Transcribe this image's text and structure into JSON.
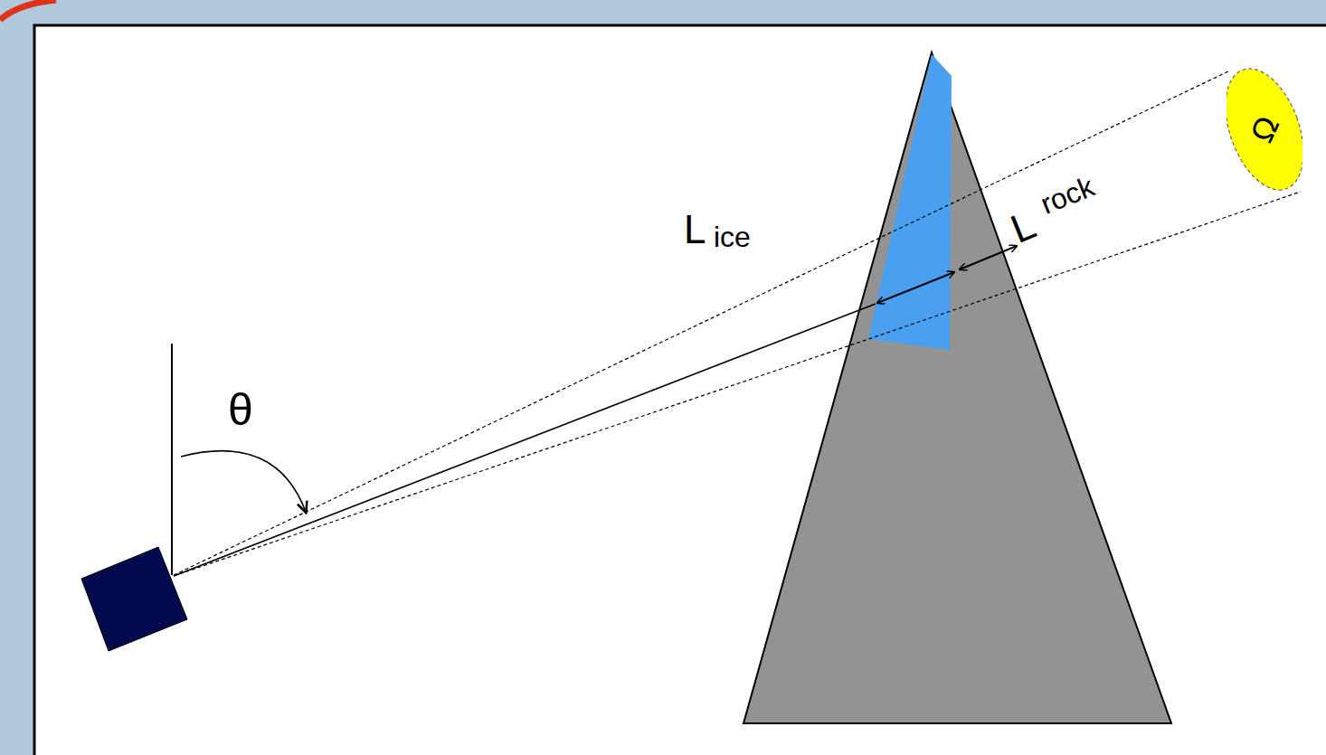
{
  "diagram": {
    "nodes": [
      {
        "text": [
          "Ω"
        ]
      }
    ],
    "labels": [
      "θ",
      "L",
      "ice",
      "L",
      "rock"
    ]
  }
}
